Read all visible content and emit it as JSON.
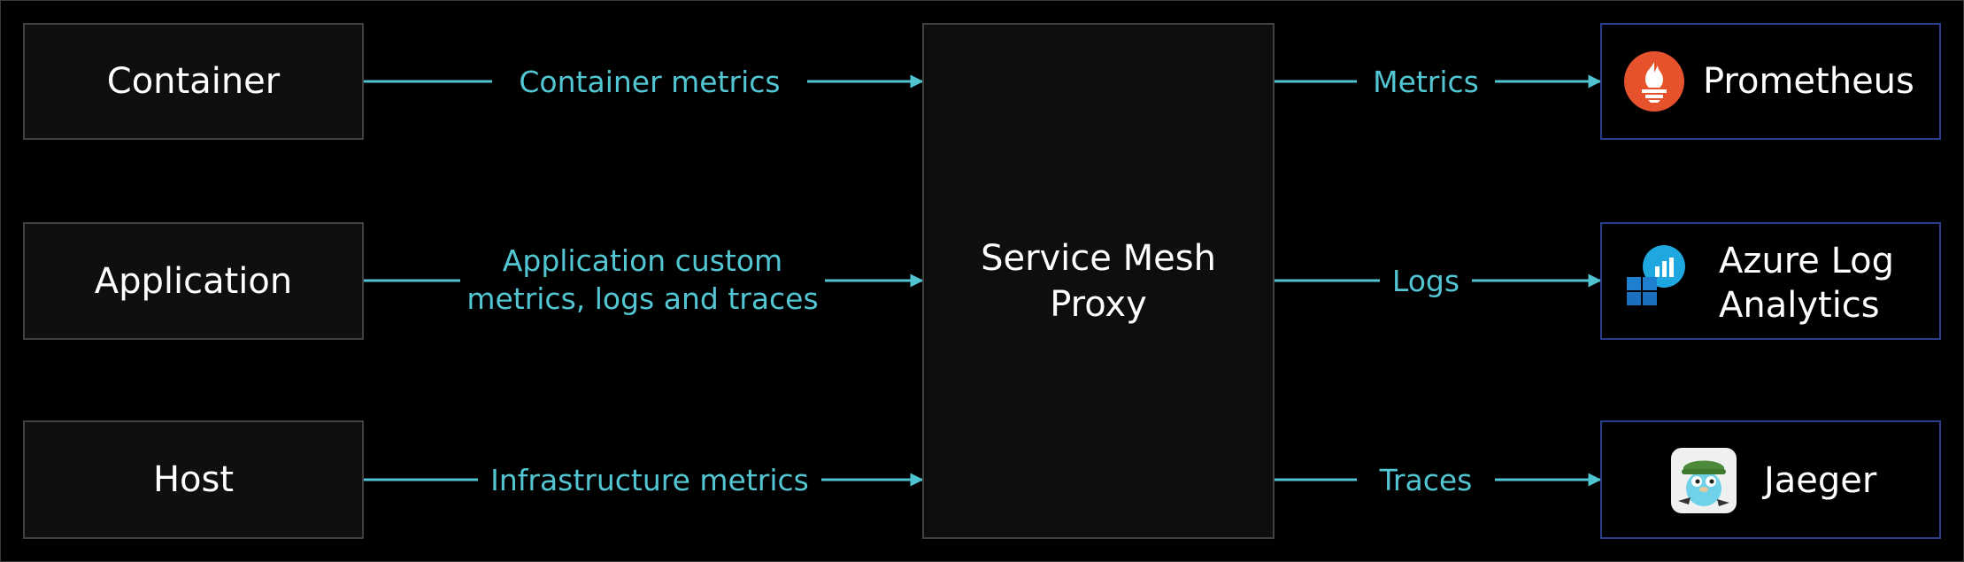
{
  "sources": [
    {
      "id": "container",
      "label": "Container",
      "edge_label": "Container metrics"
    },
    {
      "id": "application",
      "label": "Application",
      "edge_label_lines": [
        "Application custom",
        "metrics, logs and traces"
      ]
    },
    {
      "id": "host",
      "label": "Host",
      "edge_label": "Infrastructure metrics"
    }
  ],
  "proxy": {
    "label_lines": [
      "Service Mesh",
      "Proxy"
    ]
  },
  "destinations": [
    {
      "id": "prometheus",
      "label": "Prometheus",
      "edge_label": "Metrics",
      "icon": "prometheus-logo-icon"
    },
    {
      "id": "azure",
      "label_lines": [
        "Azure Log",
        "Analytics"
      ],
      "edge_label": "Logs",
      "icon": "azure-log-analytics-icon"
    },
    {
      "id": "jaeger",
      "label": "Jaeger",
      "edge_label": "Traces",
      "icon": "jaeger-gopher-icon"
    }
  ],
  "colors": {
    "arrow": "#4fc3d0",
    "dest_border": "#2b3d8f",
    "box_border": "#404040",
    "prometheus": "#e6522c",
    "azure": "#1fa7e0"
  }
}
